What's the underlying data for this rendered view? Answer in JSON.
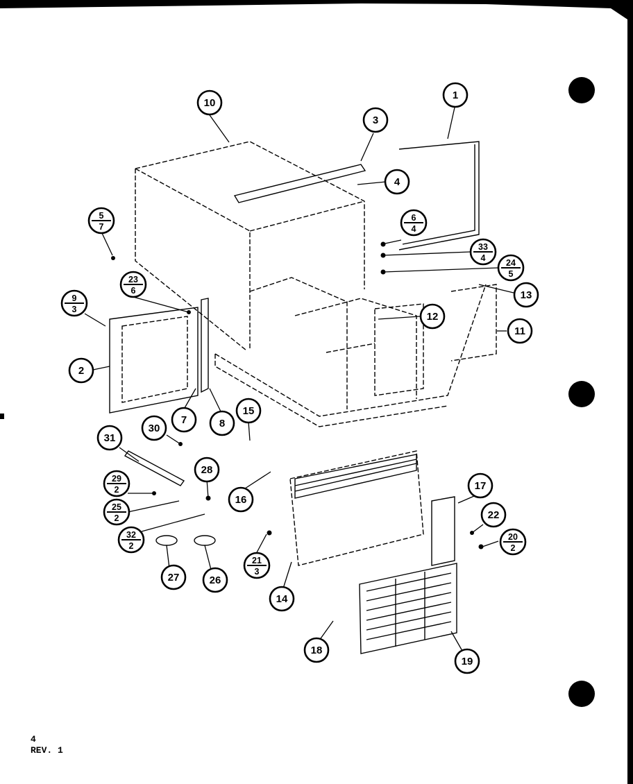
{
  "colors": {
    "paper": "#ffffff",
    "ink": "#000000",
    "background": "#000000"
  },
  "footer": {
    "page": "4",
    "rev": "REV. 1"
  },
  "callouts": [
    {
      "id": "1",
      "kind": "single",
      "label": "1"
    },
    {
      "id": "2",
      "kind": "single",
      "label": "2"
    },
    {
      "id": "3",
      "kind": "single",
      "label": "3"
    },
    {
      "id": "4",
      "kind": "single",
      "label": "4"
    },
    {
      "id": "7",
      "kind": "single",
      "label": "7"
    },
    {
      "id": "8",
      "kind": "single",
      "label": "8"
    },
    {
      "id": "10",
      "kind": "single",
      "label": "10"
    },
    {
      "id": "11",
      "kind": "single",
      "label": "11"
    },
    {
      "id": "12",
      "kind": "single",
      "label": "12"
    },
    {
      "id": "13",
      "kind": "single",
      "label": "13"
    },
    {
      "id": "14",
      "kind": "single",
      "label": "14"
    },
    {
      "id": "15",
      "kind": "single",
      "label": "15"
    },
    {
      "id": "16",
      "kind": "single",
      "label": "16"
    },
    {
      "id": "17",
      "kind": "single",
      "label": "17"
    },
    {
      "id": "18",
      "kind": "single",
      "label": "18"
    },
    {
      "id": "19",
      "kind": "single",
      "label": "19"
    },
    {
      "id": "22",
      "kind": "single",
      "label": "22"
    },
    {
      "id": "26",
      "kind": "single",
      "label": "26"
    },
    {
      "id": "27",
      "kind": "single",
      "label": "27"
    },
    {
      "id": "28",
      "kind": "single",
      "label": "28"
    },
    {
      "id": "30",
      "kind": "single",
      "label": "30"
    },
    {
      "id": "31",
      "kind": "single",
      "label": "31"
    },
    {
      "id": "5-7",
      "kind": "fraction",
      "top": "5",
      "bottom": "7"
    },
    {
      "id": "6-4",
      "kind": "fraction",
      "top": "6",
      "bottom": "4"
    },
    {
      "id": "33-4",
      "kind": "fraction",
      "top": "33",
      "bottom": "4"
    },
    {
      "id": "24-5",
      "kind": "fraction",
      "top": "24",
      "bottom": "5"
    },
    {
      "id": "23-6",
      "kind": "fraction",
      "top": "23",
      "bottom": "6"
    },
    {
      "id": "9-3",
      "kind": "fraction",
      "top": "9",
      "bottom": "3"
    },
    {
      "id": "29-2",
      "kind": "fraction",
      "top": "29",
      "bottom": "2"
    },
    {
      "id": "25-2",
      "kind": "fraction",
      "top": "25",
      "bottom": "2"
    },
    {
      "id": "32-2",
      "kind": "fraction",
      "top": "32",
      "bottom": "2"
    },
    {
      "id": "21-3",
      "kind": "fraction",
      "top": "21",
      "bottom": "3"
    },
    {
      "id": "20-2",
      "kind": "fraction",
      "top": "20",
      "bottom": "2"
    }
  ]
}
